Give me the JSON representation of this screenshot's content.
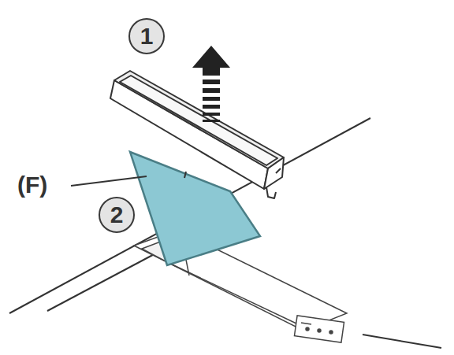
{
  "diagram": {
    "nodes": [
      {
        "text": [
          "1"
        ]
      },
      {
        "text": [
          "2"
        ]
      }
    ],
    "labels": [
      "(F)"
    ]
  }
}
